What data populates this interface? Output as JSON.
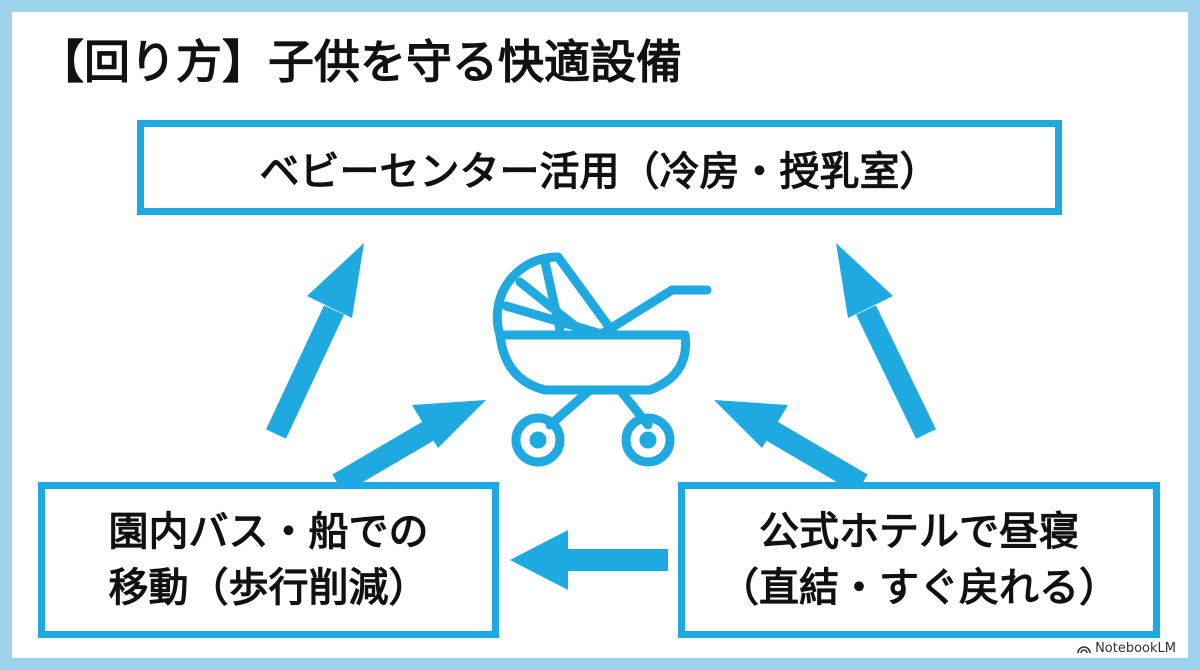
{
  "title": "【回り方】子供を守る快適設備",
  "nodes": {
    "top": "ベビーセンター活用（冷房・授乳室）",
    "left": [
      "園内バス・船での",
      "移動（歩行削減）"
    ],
    "right": [
      "公式ホテルで昼寝",
      "（直結・すぐ戻れる）"
    ]
  },
  "center_icon": "baby-stroller-icon",
  "colors": {
    "accent": "#1ea9e1",
    "frame": "#9ed3ee",
    "text": "#111111"
  },
  "watermark": "NotebookLM"
}
